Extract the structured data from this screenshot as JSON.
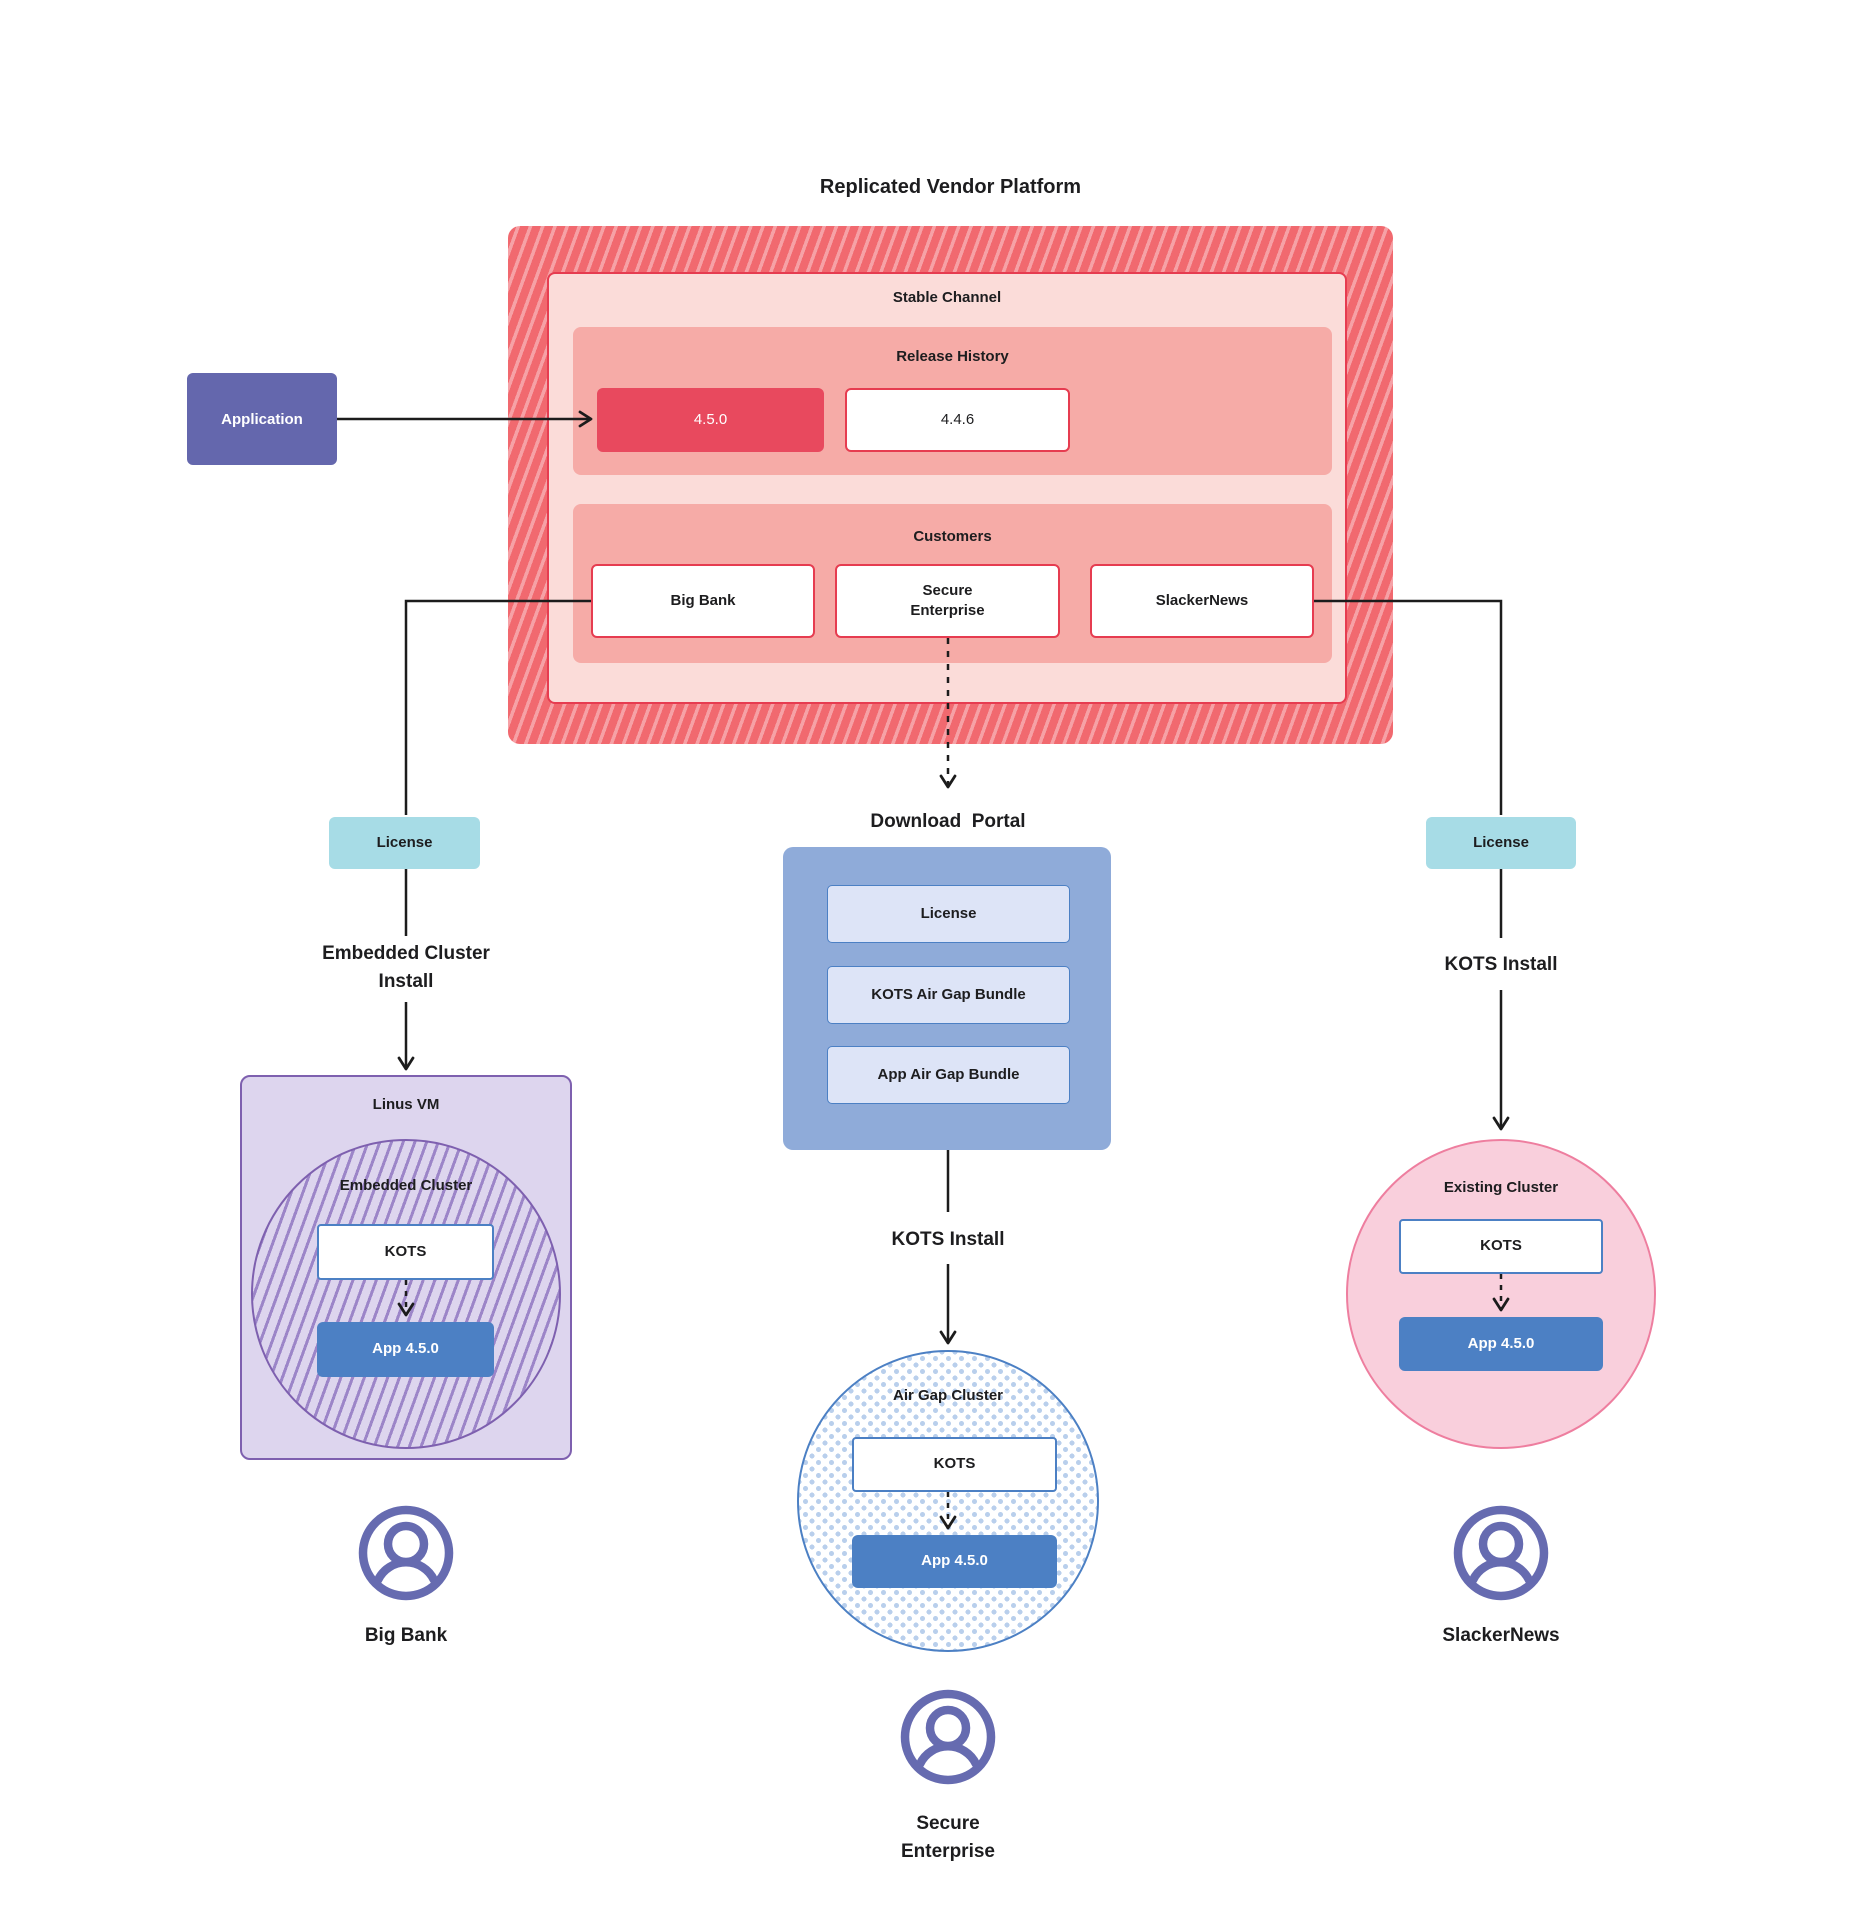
{
  "title": "Replicated Vendor Platform",
  "platform": {
    "channel_label": "Stable Channel",
    "release_history": {
      "label": "Release History",
      "versions": [
        "4.5.0",
        "4.4.6"
      ]
    },
    "customers": {
      "label": "Customers",
      "items": [
        "Big Bank",
        "Secure Enterprise",
        "SlackerNews"
      ]
    }
  },
  "application_label": "Application",
  "left_flow": {
    "license": "License",
    "install": "Embedded Cluster Install",
    "vm": "Linus VM",
    "cluster": "Embedded Cluster",
    "kots": "KOTS",
    "app": "App 4.5.0",
    "user": "Big Bank"
  },
  "middle_flow": {
    "portal_title": "Download  Portal",
    "bundles": [
      "License",
      "KOTS Air Gap Bundle",
      "App Air Gap Bundle"
    ],
    "install": "KOTS Install",
    "cluster": "Air Gap Cluster",
    "kots": "KOTS",
    "app": "App 4.5.0",
    "user": "Secure Enterprise"
  },
  "right_flow": {
    "license": "License",
    "install": "KOTS Install",
    "cluster": "Existing Cluster",
    "kots": "KOTS",
    "app": "App 4.5.0",
    "user": "SlackerNews"
  },
  "colors": {
    "platform-red": "#f1696f",
    "platform-stripe": "#f6a1a6",
    "channel-pink": "#fbdcd9",
    "channel-border": "#e63c50",
    "panel-salmon": "#f6aba7",
    "release-red": "#e8495e",
    "app-purple": "#6467ad",
    "license-teal": "#a7dce6",
    "portal-blue": "#8fabd9",
    "bundle-blue": "#dde4f7",
    "accent-blue": "#4c80c4",
    "vm-lavender": "#ddd5ee",
    "vm-border": "#7e60af",
    "hatch-purple": "#9c85c8",
    "dot-blue": "#b9cfec",
    "cluster-pink": "#f9cfdc",
    "cluster-pink-border": "#ee7e9f",
    "icon-purple": "#666bb0",
    "line-black": "#1c1c1c",
    "text-dark": "#1d1d1f"
  }
}
